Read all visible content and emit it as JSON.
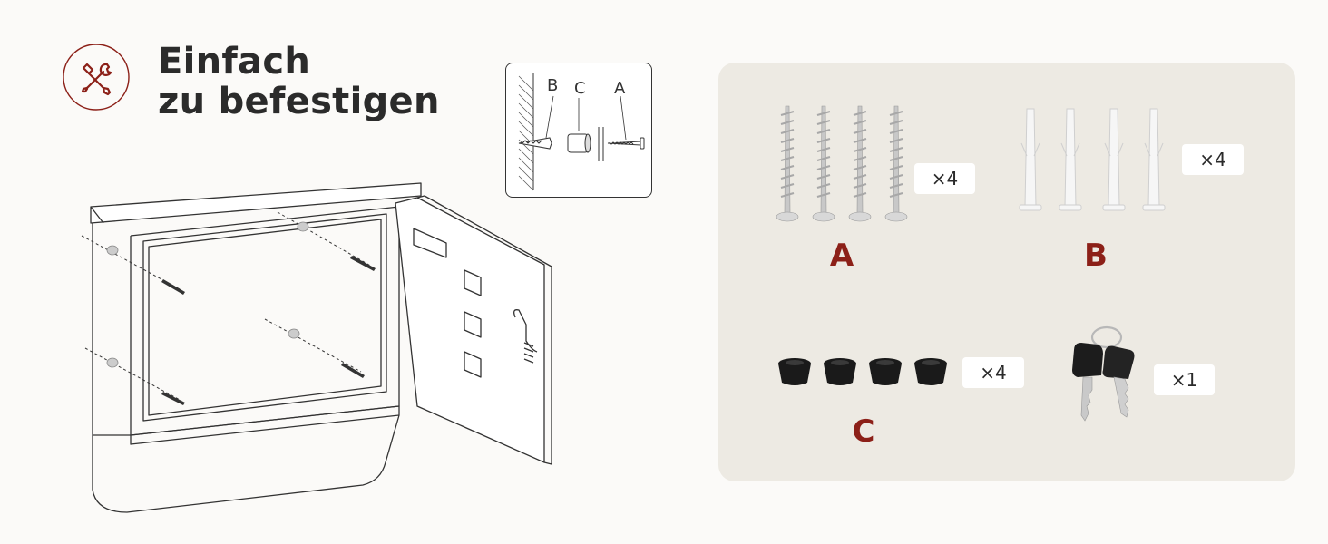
{
  "heading": {
    "line1": "Einfach",
    "line2": "zu befestigen"
  },
  "icons": {
    "badge": "wrench-screwdriver-icon"
  },
  "colors": {
    "accent": "#8c2018",
    "panel_bg": "#edeae3",
    "page_bg": "#fbfaf8",
    "ink": "#2b2b2b"
  },
  "inset": {
    "label_b": "B",
    "label_c": "C",
    "label_a": "A"
  },
  "parts": [
    {
      "letter": "A",
      "qty": "×4",
      "name": "screws"
    },
    {
      "letter": "B",
      "qty": "×4",
      "name": "wall-plugs"
    },
    {
      "letter": "C",
      "qty": "×4",
      "name": "rubber-spacers"
    },
    {
      "letter": "",
      "qty": "×1",
      "name": "keys"
    }
  ]
}
